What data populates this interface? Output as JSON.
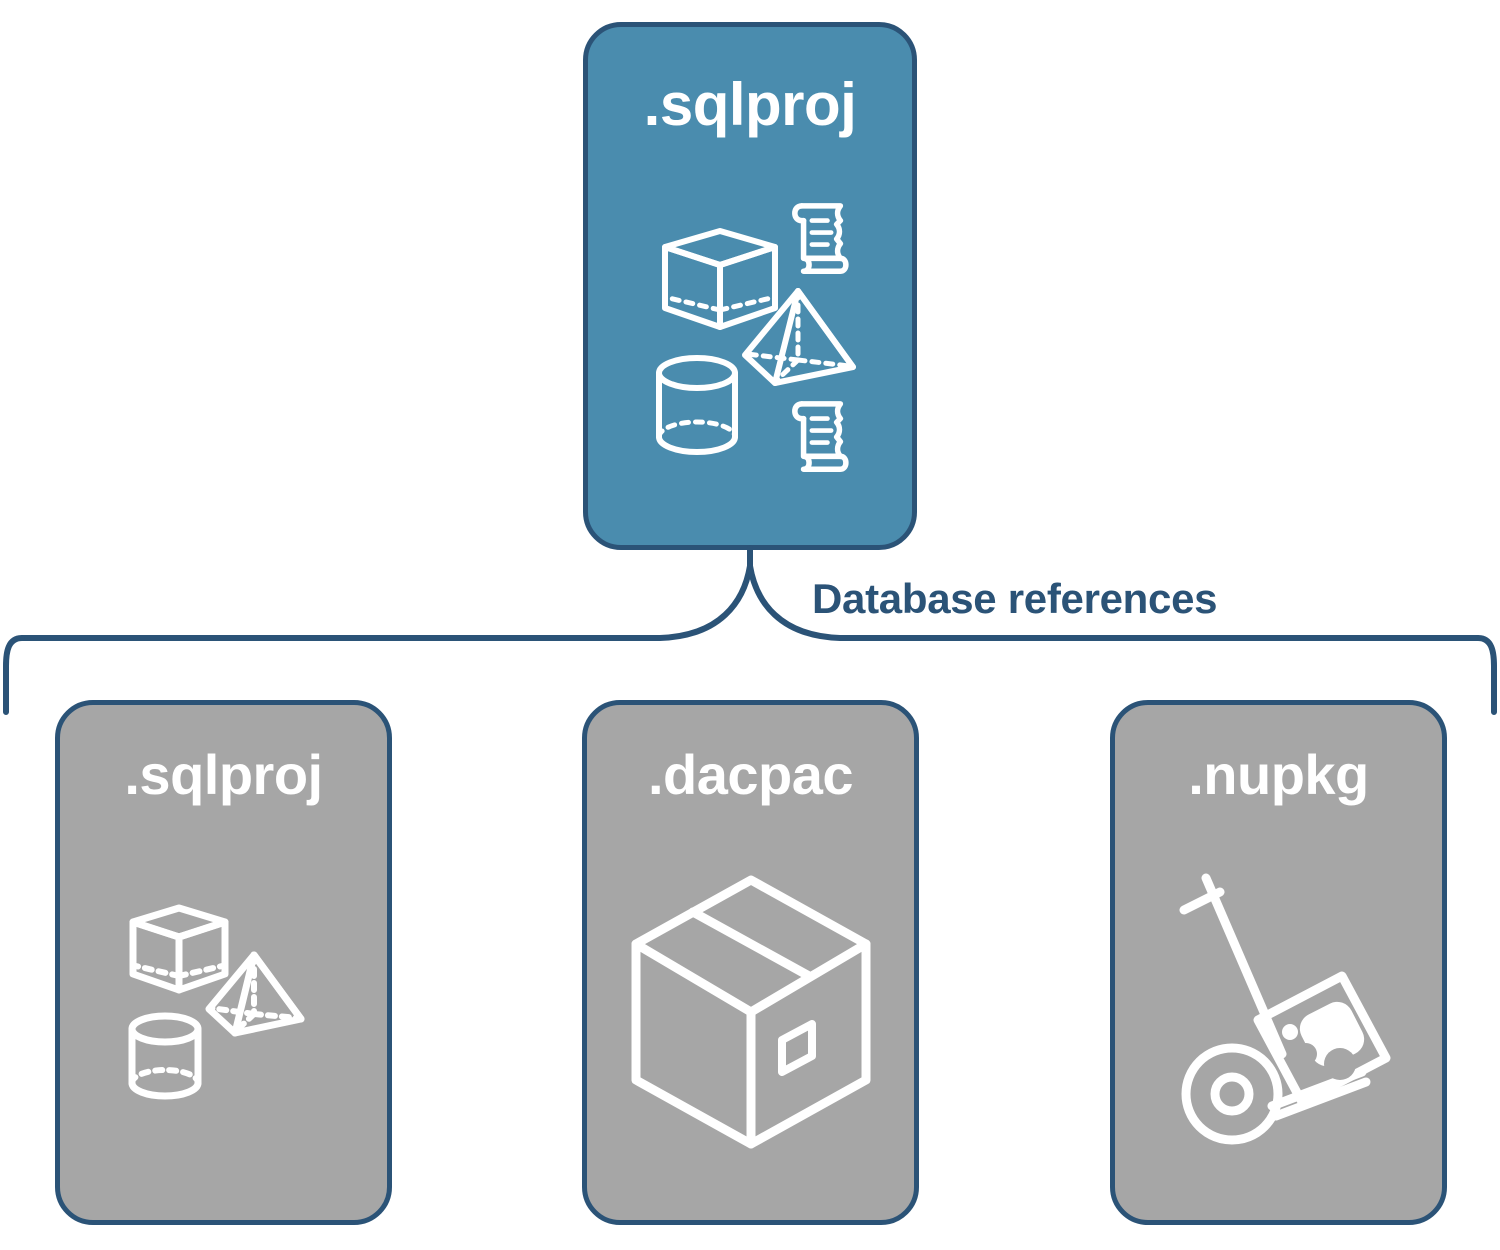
{
  "diagram": {
    "title_text": "Database references",
    "colors": {
      "primary_fill": "#4a8cae",
      "secondary_fill": "#a6a6a6",
      "stroke": "#2b5377",
      "icon_stroke": "#ffffff",
      "background": "#ffffff"
    },
    "root": {
      "label": ".sqlproj",
      "fill": "primary",
      "icons": [
        "wireframe-cube-icon",
        "wireframe-pyramid-icon",
        "wireframe-cylinder-icon",
        "scroll-script-icon",
        "scroll-script-icon"
      ]
    },
    "connector": {
      "label": "Database references",
      "type": "brace-bracket",
      "branch_count": 3
    },
    "children": [
      {
        "label": ".sqlproj",
        "fill": "secondary",
        "icons": [
          "wireframe-cube-icon",
          "wireframe-pyramid-icon",
          "wireframe-cylinder-icon"
        ]
      },
      {
        "label": ".dacpac",
        "fill": "secondary",
        "icons": [
          "shipping-box-icon"
        ]
      },
      {
        "label": ".nupkg",
        "fill": "secondary",
        "icons": [
          "hand-truck-package-icon"
        ]
      }
    ]
  }
}
